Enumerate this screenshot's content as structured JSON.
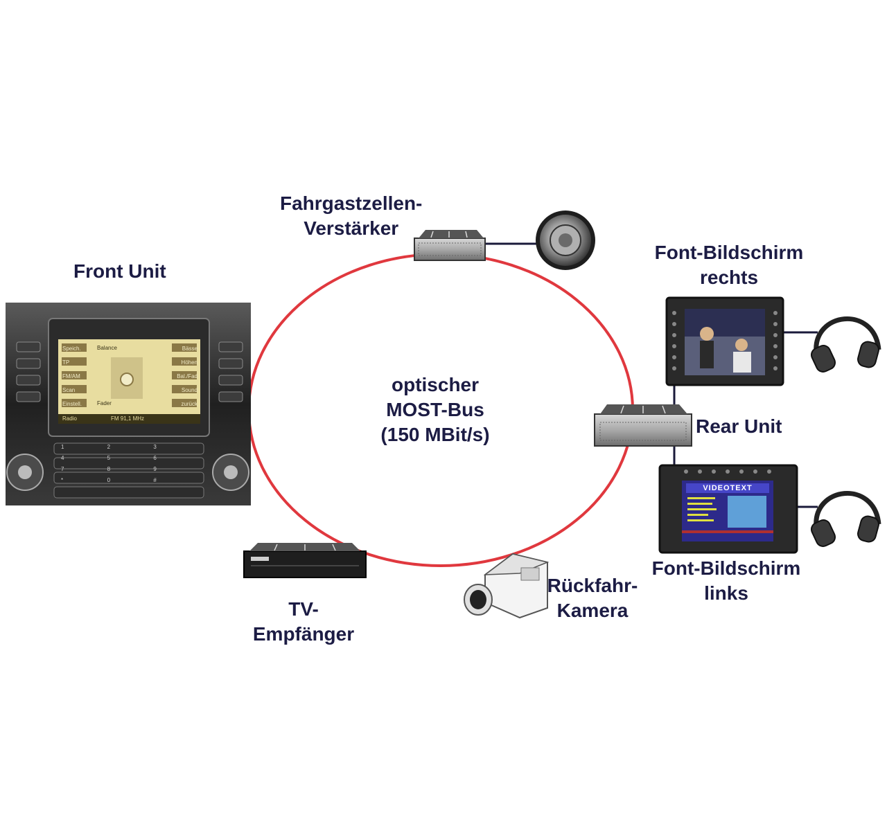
{
  "labels": {
    "front_unit": "Front Unit",
    "amplifier": [
      "Fahrgastzellen-",
      "Verstärker"
    ],
    "bus": [
      "optischer",
      "MOST-Bus",
      "(150 MBit/s)"
    ],
    "screen_right": [
      "Font-Bildschirm",
      "rechts"
    ],
    "rear_unit": "Rear Unit",
    "screen_left": [
      "Font-Bildschirm",
      "links"
    ],
    "camera": [
      "Rückfahr-",
      "Kamera"
    ],
    "tv": [
      "TV-",
      "Empfänger"
    ]
  },
  "front_unit_screen": {
    "left_buttons": [
      "Speich.",
      "TP",
      "FM/AM",
      "Scan",
      "Einstell."
    ],
    "right_buttons": [
      "Bässe",
      "Höhen",
      "Bal./Fad",
      "Sound",
      "zurück"
    ],
    "balance_label": "Balance",
    "fader_label": "Fader",
    "status_left": "Radio",
    "status_center": "FM 91,1 MHz",
    "keypad": [
      "1",
      "2",
      "3",
      "4",
      "5",
      "6",
      "7",
      "8",
      "9",
      "*",
      "0",
      "#"
    ]
  },
  "screen_left_content": {
    "header": "VIDEOTEXT"
  },
  "colors": {
    "ring": "#e0383e",
    "label_text": "#1c1c44",
    "connector": "#1a1a3a",
    "lcd": "#e8dda0"
  },
  "icons": {
    "amplifier": "amplifier-device-icon",
    "speaker": "speaker-icon",
    "rear_unit": "rear-unit-device-icon",
    "headphones": "headphones-icon",
    "camera": "camera-icon",
    "tv_receiver": "tv-receiver-device-icon"
  }
}
